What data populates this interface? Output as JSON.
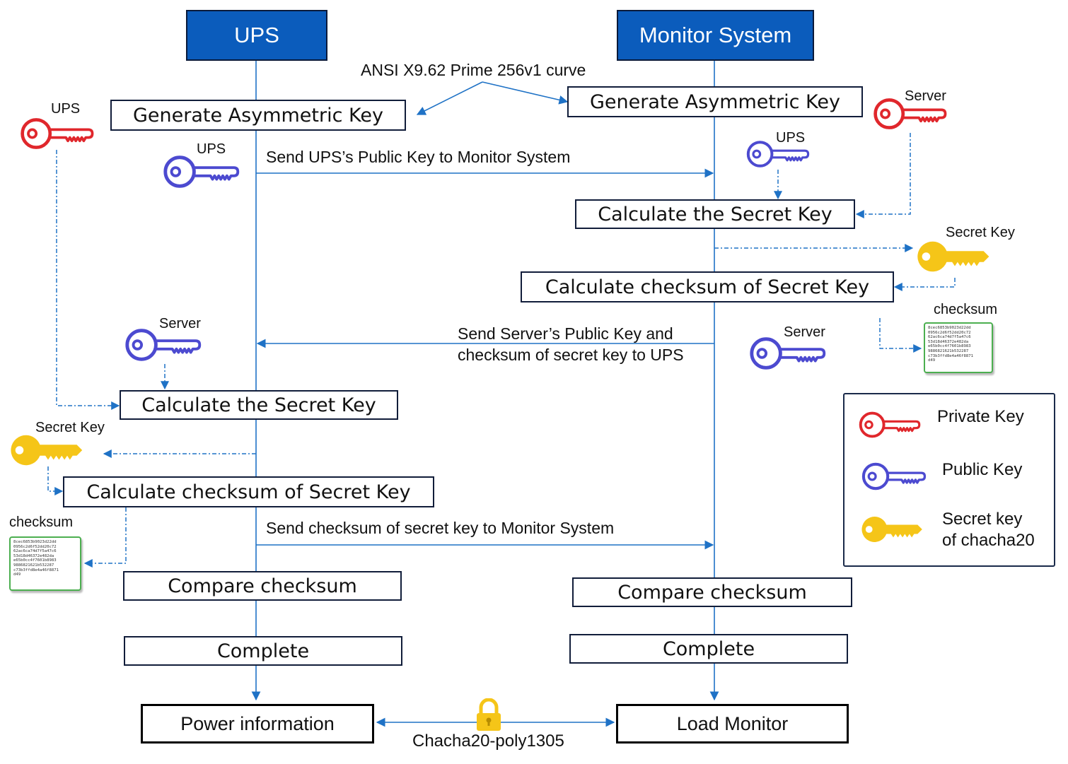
{
  "lanes": {
    "left_title": "UPS",
    "right_title": "Monitor System"
  },
  "curve_note": "ANSI X9.62 Prime 256v1 curve",
  "left_steps": {
    "generate": "Generate Asymmetric Key",
    "calc_secret": "Calculate the Secret Key",
    "calc_checksum": "Calculate checksum of Secret Key",
    "compare": "Compare checksum",
    "complete": "Complete"
  },
  "right_steps": {
    "generate": "Generate Asymmetric Key",
    "calc_secret": "Calculate the Secret Key",
    "calc_checksum": "Calculate checksum of Secret Key",
    "compare": "Compare checksum",
    "complete": "Complete"
  },
  "messages": {
    "send_ups_pub_line1": "Send UPS’s Public Key to Monitor System",
    "send_server_pub_line1": "Send Server’s Public Key and",
    "send_server_pub_line2": "checksum of secret key to UPS",
    "send_checksum_line1": "Send checksum of secret key to Monitor System"
  },
  "key_labels": {
    "ups_private": "UPS",
    "ups_public": "UPS",
    "server_private": "Server",
    "ups_public_received": "UPS",
    "server_public_left": "Server",
    "server_public_right": "Server",
    "secret_key_right": "Secret Key",
    "secret_key_left": "Secret Key",
    "checksum_right": "checksum",
    "checksum_left": "checksum"
  },
  "checksum_value": "8cec6853b9023d22dd\n0956c2d6f52dd20c72\n62ac6ca74d7f5a47c6\n53d18d46372e482da\ne65b0cc4f7601b8983\n9886821621b532287\nc73b3ffd8e4a46f8871\nd49",
  "finals": {
    "left": "Power information",
    "right": "Load Monitor",
    "cipher": "Chacha20-poly1305"
  },
  "legend": {
    "private": "Private Key",
    "public": "Public Key",
    "secret_line1": "Secret key",
    "secret_line2": "of chacha20"
  },
  "colors": {
    "private_key": "#e0272c",
    "public_key": "#4c4ad0",
    "secret_key": "#f5c518",
    "arrow": "#1f72c6",
    "header_fill": "#0b5cbc",
    "checksum_border": "#4caf50"
  }
}
